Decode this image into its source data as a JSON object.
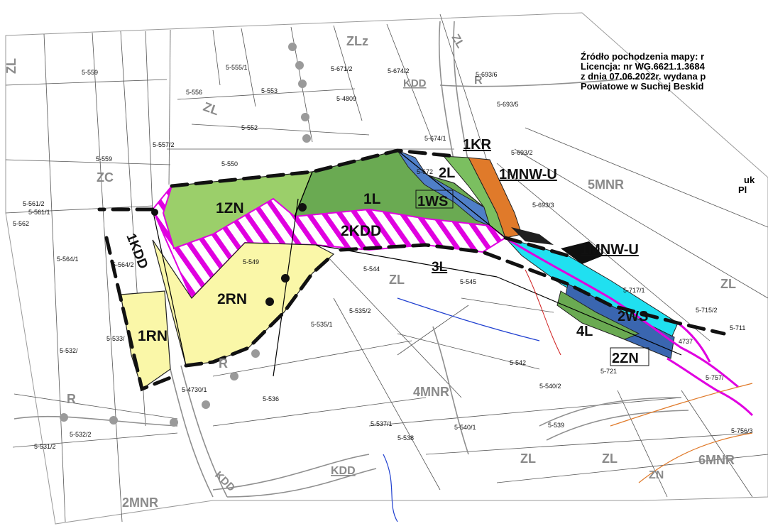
{
  "source_note": [
    "Źródło pochodzenia mapy: r",
    "Licencja: nr WG.6621.1.3684",
    "z dnia 07.06.2022r. wydana p",
    "Powiatowe w Suchej Beskid"
  ],
  "side_note": [
    "uk",
    "Pl"
  ],
  "colors": {
    "zn": "#9bcf6a",
    "l": "#6aaa52",
    "ws": "#4f7fc8",
    "rn": "#faf7a8",
    "kdd_hatch": "#e000e0",
    "kr": "#e07a2a",
    "cyan": "#20e0f0",
    "boundary": "#111111"
  },
  "plan_labels": {
    "zn1": "1ZN",
    "l1": "1L",
    "l2": "2L",
    "ws1": "1WS",
    "kdd2": "2KDD",
    "kdd1": "1KDD",
    "rn1": "1RN",
    "rn2": "2RN",
    "l3": "3L",
    "l4": "4L",
    "kr1": "1KR",
    "mnwu1": "1MNW-U",
    "mnwu1b": "1MNW-U",
    "ws2": "2WS",
    "zn2": "2ZN"
  },
  "base_labels": {
    "zlz": "ZLz",
    "zl1": "ZL",
    "zl2": "ZL",
    "zl3": "ZL",
    "zl4": "ZL",
    "zl5": "ZL",
    "zl6": "ZL",
    "zl7": "ZL",
    "zc": "ZC",
    "r1": "R",
    "r2": "R",
    "r3": "R",
    "kdd_a": "KDD",
    "kdd_b": "KDD",
    "kdd_c": "KDD",
    "mnr5": "5MNR",
    "mnr4": "4MNR",
    "mnr2": "2MNR",
    "mnr6": "6MNR",
    "zn": "ZN"
  },
  "parcels": {
    "p559": "5-559",
    "p559b": "5-559",
    "p556": "5-556",
    "p553": "5-553",
    "p552": "5-552",
    "p557_2": "5-557/2",
    "p550": "5-550",
    "p555_1": "5-555/1",
    "p671_2": "5-671/2",
    "p674_2": "5-674/2",
    "p693_5": "5-693/5",
    "p693_2": "5-693/2",
    "p693_3": "5-693/3",
    "p674_1": "5-674/1",
    "p672": "5-672",
    "p561_2": "5-561/2",
    "p561_1": "5-561/1",
    "p562": "5-562",
    "p564_1": "5-564/1",
    "p564_2": "5-564/2",
    "p549": "5-549",
    "p544": "5-544",
    "p545": "5-545",
    "p535_2": "5-535/2",
    "p535_1": "5-535/1",
    "p533": "5-533/",
    "p532_1": "5-532/",
    "p532_2": "5-532/2",
    "p531_2": "5-531/2",
    "p536": "5-536",
    "p4730": "5-4730/1",
    "p542": "5-542",
    "p540_2": "5-540/2",
    "p540_1": "5-540/1",
    "p538": "5-538",
    "p537_1": "5-537/1",
    "p539": "5-539",
    "p721": "5-721",
    "p711": "5-711",
    "p715": "5-715/2",
    "p717": "5-717/1",
    "p757": "5-757/",
    "p756": "5-756/3",
    "p4737": "4737",
    "p4809": "5-4809",
    "p693_6": "5-693/6"
  }
}
